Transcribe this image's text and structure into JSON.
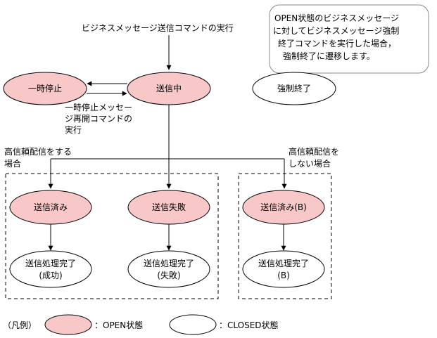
{
  "colors": {
    "open_fill": "#f8c8c8",
    "closed_fill": "#ffffff",
    "stroke": "#000000"
  },
  "command_label": "ビジネスメッセージ送信コマンドの実行",
  "note_lines": [
    "OPEN状態のビジネスメッセージ",
    "に対してビジネスメッセージ強制",
    "終了コマンドを実行した場合，",
    "強制終了に遷移します。"
  ],
  "states": {
    "paused": "一時停止",
    "sending": "送信中",
    "force_end": "強制終了",
    "sent": "送信済み",
    "failed": "送信失敗",
    "sent_b": "送信済み(B)",
    "complete_success_1": "送信処理完了",
    "complete_success_2": "(成功)",
    "complete_failure_1": "送信処理完了",
    "complete_failure_2": "(失敗)",
    "complete_b_1": "送信処理完了",
    "complete_b_2": "(B)"
  },
  "resume_label_lines": [
    "一時停止メッセー",
    "ジ再開コマンドの",
    "実行"
  ],
  "high_reliability_lines": [
    "高信頼配信をする",
    "場合"
  ],
  "no_high_reliability_lines": [
    "高信頼配信を",
    "しない場合"
  ],
  "legend": {
    "title": "（凡例）",
    "open_label": "：OPEN状態",
    "closed_label": "：CLOSED状態"
  }
}
